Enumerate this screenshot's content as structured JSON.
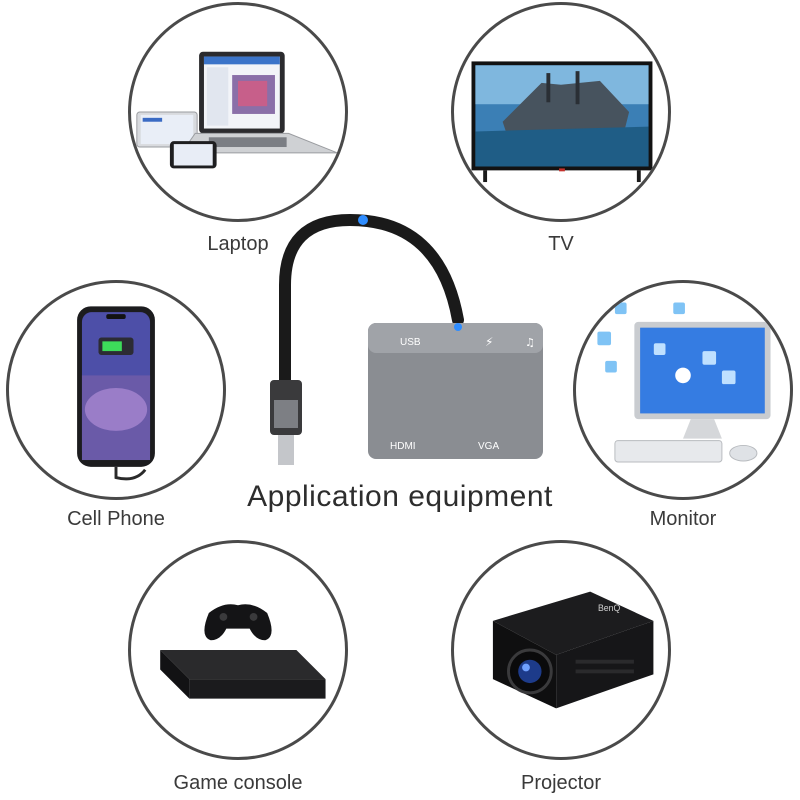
{
  "title": "Application equipment",
  "devices": [
    {
      "label": "Laptop"
    },
    {
      "label": "TV"
    },
    {
      "label": "Cell Phone"
    },
    {
      "label": "Monitor"
    },
    {
      "label": "Game console"
    },
    {
      "label": "Projector"
    }
  ],
  "adapter": {
    "port_usb": "USB",
    "port_hdmi": "HDMI",
    "port_vga": "VGA",
    "port_charge_symbol": "⚡",
    "port_audio_symbol": "♫"
  },
  "projector_brand": "BenQ",
  "colors": {
    "circle_border": "#4a4a4a",
    "adapter_body": "#8a8d92",
    "adapter_led": "#2f8dff",
    "cable": "#1a1a1a"
  },
  "icons": [
    "laptop-icon",
    "tv-icon",
    "phone-icon",
    "monitor-icon",
    "game-console-icon",
    "projector-icon"
  ]
}
